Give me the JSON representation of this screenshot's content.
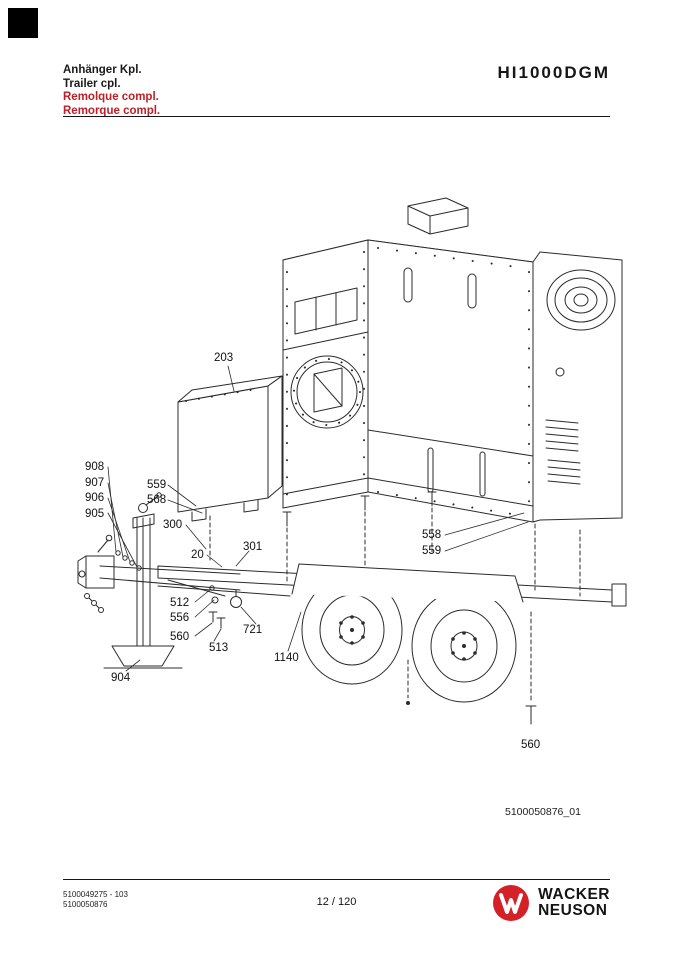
{
  "colors": {
    "text_red": "#bf2026",
    "logo_red": "#d42027",
    "line_ink": "#2b2b2b"
  },
  "header": {
    "title_de": "Anhänger Kpl.",
    "title_en": "Trailer cpl.",
    "title_es": "Remolque compl.",
    "title_fr": "Remorque compl.",
    "model": "HI1000DGM"
  },
  "diagram": {
    "figure_id": "5100050876_01",
    "callouts": [
      "203",
      "908",
      "907",
      "906",
      "905",
      "559",
      "568",
      "300",
      "20",
      "301",
      "512",
      "556",
      "560",
      "513",
      "721",
      "1140",
      "904",
      "558",
      "559",
      "560"
    ]
  },
  "footer": {
    "doc_code_line1": "5100049275 - 103",
    "doc_code_line2": "5100050876",
    "page_indicator": "12 / 120",
    "brand_line1": "WACKER",
    "brand_line2": "NEUSON"
  }
}
